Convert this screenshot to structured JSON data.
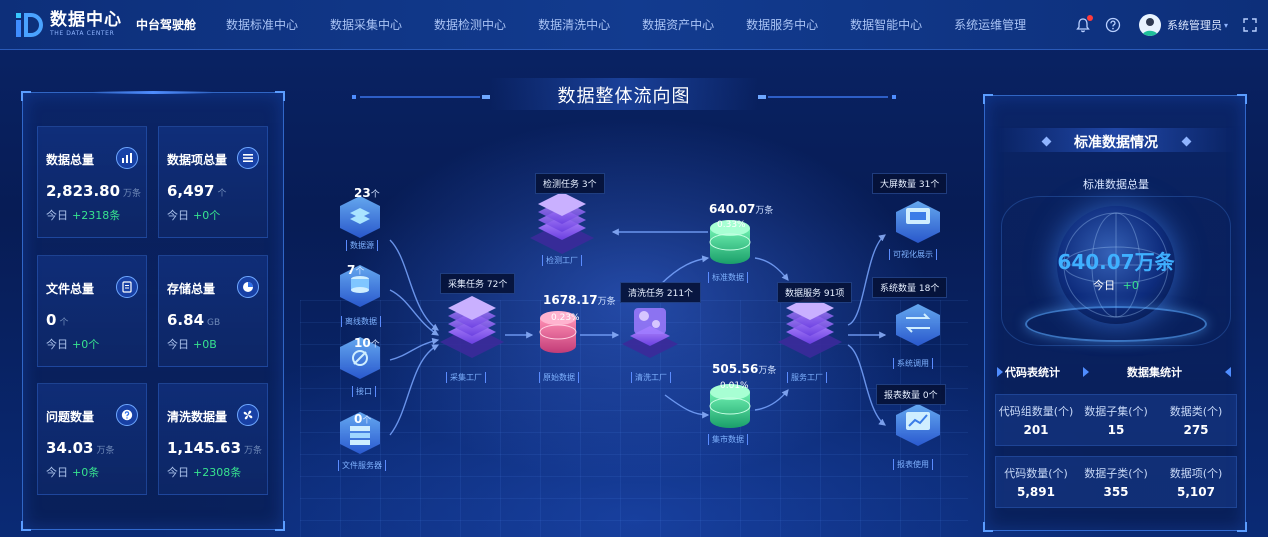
{
  "app": {
    "logo_title": "数据中心",
    "logo_sub": "THE DATA CENTER"
  },
  "nav": {
    "active": "中台驾驶舱",
    "items": [
      "数据标准中心",
      "数据采集中心",
      "数据检测中心",
      "数据清洗中心",
      "数据资产中心",
      "数据服务中心",
      "数据智能中心",
      "系统运维管理"
    ]
  },
  "user": {
    "name": "系统管理员"
  },
  "left_stats": [
    {
      "label": "数据总量",
      "value": "2,823.80",
      "unit": "万条",
      "today_label": "今日",
      "today_delta": "+2318条",
      "icon": "bar-chart-icon"
    },
    {
      "label": "数据项总量",
      "value": "6,497",
      "unit": "个",
      "today_label": "今日",
      "today_delta": "+0个",
      "icon": "list-icon"
    },
    {
      "label": "文件总量",
      "value": "0",
      "unit": "个",
      "today_label": "今日",
      "today_delta": "+0个",
      "icon": "file-icon"
    },
    {
      "label": "存储总量",
      "value": "6.84",
      "unit": "GB",
      "today_label": "今日",
      "today_delta": "+0B",
      "icon": "pie-chart-icon"
    },
    {
      "label": "问题数量",
      "value": "34.03",
      "unit": "万条",
      "today_label": "今日",
      "today_delta": "+0条",
      "icon": "question-icon"
    },
    {
      "label": "清洗数据量",
      "value": "1,145.63",
      "unit": "万条",
      "today_label": "今日",
      "today_delta": "+2308条",
      "icon": "fan-icon"
    }
  ],
  "flow": {
    "title": "数据整体流向图",
    "sources": [
      {
        "count": "23",
        "unit": "个",
        "label": "数据源"
      },
      {
        "count": "7",
        "unit": "个",
        "label": "离线数据"
      },
      {
        "count": "10",
        "unit": "个",
        "label": "接口"
      },
      {
        "count": "0",
        "unit": "个",
        "label": "文件服务器"
      }
    ],
    "collect": {
      "task": "采集任务 72个",
      "label": "采集工厂"
    },
    "raw": {
      "value": "1678.17",
      "unit": "万条",
      "pct": "0.23%",
      "label": "原始数据"
    },
    "detect": {
      "task": "检测任务 3个",
      "label": "检测工厂"
    },
    "clean": {
      "task": "清洗任务 211个",
      "label": "清洗工厂"
    },
    "standard": {
      "value": "640.07",
      "unit": "万条",
      "pct": "0.33%",
      "label": "标准数据"
    },
    "market": {
      "value": "505.56",
      "unit": "万条",
      "pct": "0.01%",
      "label": "集市数据"
    },
    "service": {
      "task": "数据服务 91项",
      "label": "服务工厂"
    },
    "outputs": [
      {
        "task": "大屏数量 31个",
        "label": "可视化展示"
      },
      {
        "task": "系统数量 18个",
        "label": "系统调用"
      },
      {
        "task": "报表数量 0个",
        "label": "报表使用"
      }
    ]
  },
  "right": {
    "title": "标准数据情况",
    "subtitle": "标准数据总量",
    "total_value": "640.07万条",
    "today_label": "今日",
    "today_delta": "+0",
    "tab_code": "代码表统计",
    "tab_dataset": "数据集统计",
    "row1": [
      {
        "label": "代码组数量(个)",
        "value": "201"
      },
      {
        "label": "数据子集(个)",
        "value": "15"
      },
      {
        "label": "数据类(个)",
        "value": "275"
      }
    ],
    "row2": [
      {
        "label": "代码数量(个)",
        "value": "5,891"
      },
      {
        "label": "数据子类(个)",
        "value": "355"
      },
      {
        "label": "数据项(个)",
        "value": "5,107"
      }
    ]
  },
  "colors": {
    "accent": "#3fb0ff",
    "positive": "#37e38f",
    "alert": "#ff3b3b"
  }
}
